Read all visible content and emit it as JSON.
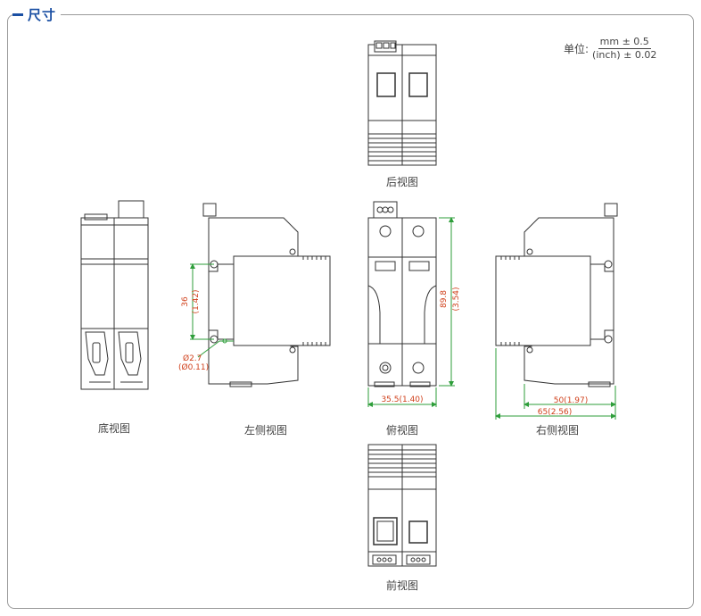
{
  "section": {
    "title": "尺寸"
  },
  "units": {
    "label": "单位:",
    "numerator": "mm ± 0.5",
    "denominator": "(inch) ± 0.02"
  },
  "views": {
    "rear": "后视图",
    "bottom": "底视图",
    "left_side": "左侧视图",
    "top": "俯视图",
    "right_side": "右侧视图",
    "front": "前视图"
  },
  "dimensions": {
    "left_height_mm": "36",
    "left_height_in": "(1.42)",
    "hole_mm": "Ø2.7",
    "hole_in": "(Ø0.11)",
    "top_height_mm": "89.8",
    "top_height_in": "(3.54)",
    "top_width": "35.5(1.40)",
    "right_width_inner": "50(1.97)",
    "right_width_outer": "65(2.56)"
  },
  "colors": {
    "accent": "#1a4fa3",
    "dimension": "#d0401b",
    "dimension_line": "#2e9e3a",
    "line": "#333333"
  }
}
